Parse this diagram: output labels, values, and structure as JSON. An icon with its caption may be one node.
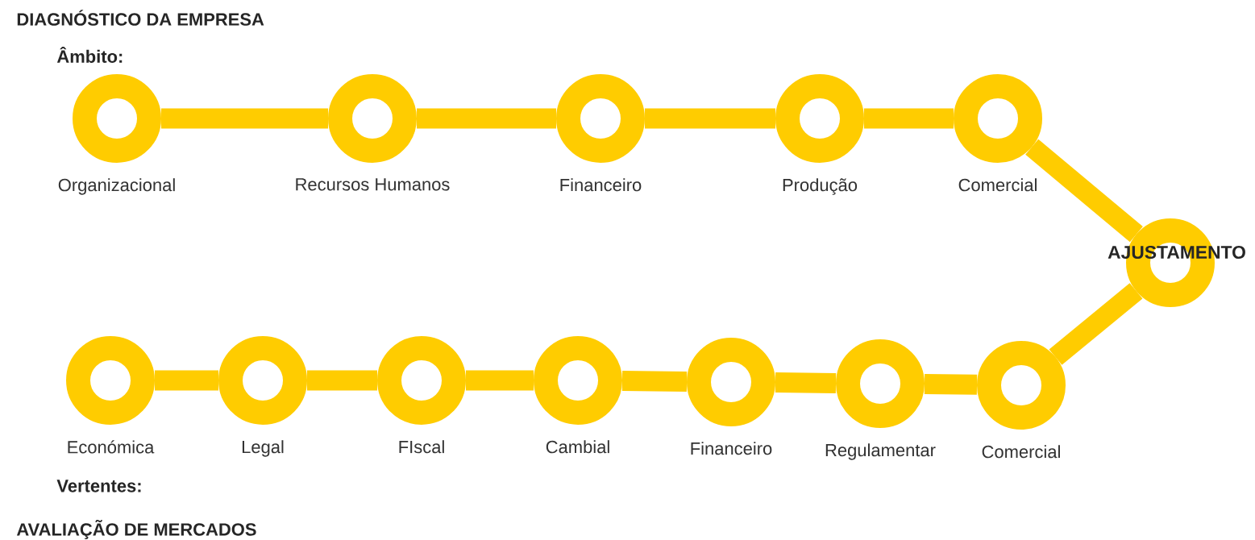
{
  "diagram": {
    "nodes": [
      {
        "text": [
          "Organizacional"
        ]
      },
      {
        "text": [
          "Recursos Humanos"
        ]
      },
      {
        "text": [
          "Financeiro"
        ]
      },
      {
        "text": [
          "Produção"
        ]
      },
      {
        "text": [
          "Comercial"
        ]
      },
      {
        "text": [
          "AJUSTAMENTO"
        ]
      },
      {
        "text": [
          "Económica"
        ]
      },
      {
        "text": [
          "Legal"
        ]
      },
      {
        "text": [
          "FIscal"
        ]
      },
      {
        "text": [
          "Cambial"
        ]
      },
      {
        "text": [
          "Financeiro"
        ]
      },
      {
        "text": [
          "Regulamentar"
        ]
      },
      {
        "text": [
          "Comercial"
        ]
      }
    ],
    "edges": [
      {
        "from": 0,
        "to": 1,
        "arrow": "none"
      },
      {
        "from": 1,
        "to": 2,
        "arrow": "none"
      },
      {
        "from": 2,
        "to": 3,
        "arrow": "none"
      },
      {
        "from": 3,
        "to": 4,
        "arrow": "none"
      },
      {
        "from": 4,
        "to": 5,
        "arrow": "none"
      },
      {
        "from": 5,
        "to": 12,
        "arrow": "none"
      },
      {
        "from": 6,
        "to": 7,
        "arrow": "none"
      },
      {
        "from": 7,
        "to": 8,
        "arrow": "none"
      },
      {
        "from": 8,
        "to": 9,
        "arrow": "none"
      },
      {
        "from": 9,
        "to": 10,
        "arrow": "none"
      },
      {
        "from": 10,
        "to": 11,
        "arrow": "none"
      },
      {
        "from": 11,
        "to": 12,
        "arrow": "none"
      }
    ],
    "labels": [
      "DIAGNÓSTICO DA EMPRESA",
      "Âmbito:",
      "Vertentes:",
      "AVALIAÇÃO DE MERCADOS"
    ]
  }
}
